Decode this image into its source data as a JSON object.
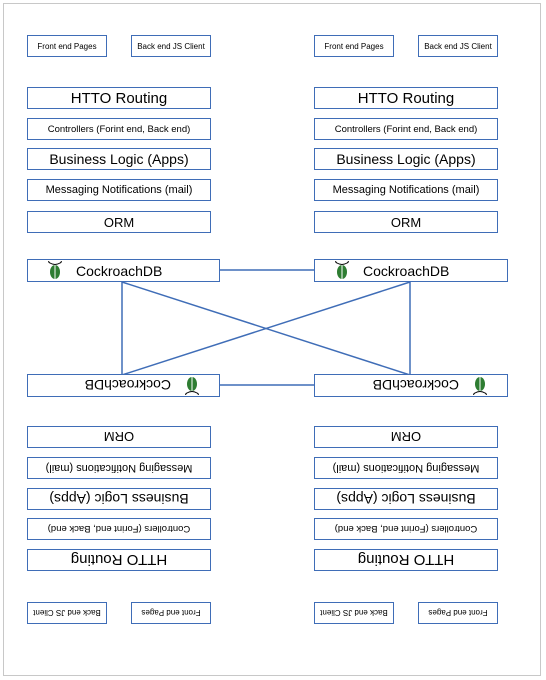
{
  "top": {
    "client_boxes": [
      "Front end Pages",
      "Back end JS Client"
    ],
    "http_routing": "HTTO Routing",
    "controllers": "Controllers (Forint end, Back end)",
    "business_logic": "Business Logic (Apps)",
    "messaging": "Messaging Notifications (mail)",
    "orm": "ORM",
    "database": "CockroachDB"
  },
  "bottom": {
    "client_boxes": [
      "Front end Pages",
      "Back end JS Client"
    ],
    "http_routing": "HTTO Routing",
    "controllers": "Controllers (Forint end, Back end)",
    "business_logic": "Business Logic (Apps)",
    "messaging": "Messaging Notifications (mail)",
    "orm": "ORM",
    "database": "CockroachDB"
  },
  "colors": {
    "box_border": "#3f6db7",
    "connector": "#3f6db7",
    "db_icon_body": "#2e7d32"
  },
  "icons": {
    "database": "cockroach-db-icon"
  }
}
